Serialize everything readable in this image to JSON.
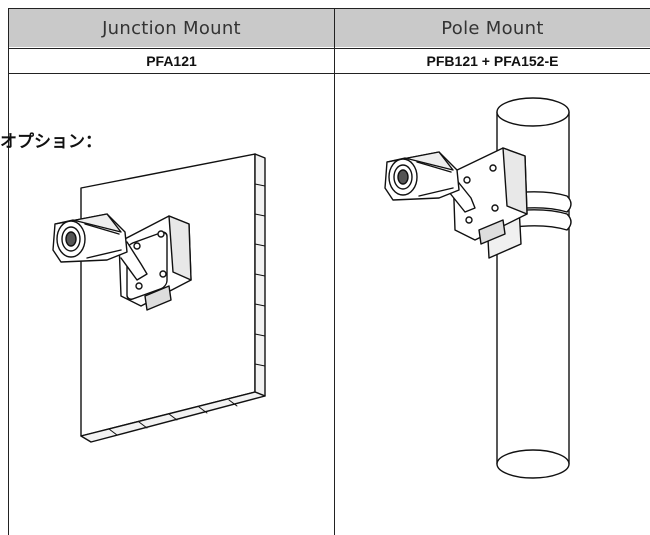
{
  "table": {
    "headers": [
      "Junction Mount",
      "Pole Mount"
    ],
    "models": [
      "PFA121",
      "PFB121 + PFA152-E"
    ]
  },
  "overlay_text": "オプション："
}
